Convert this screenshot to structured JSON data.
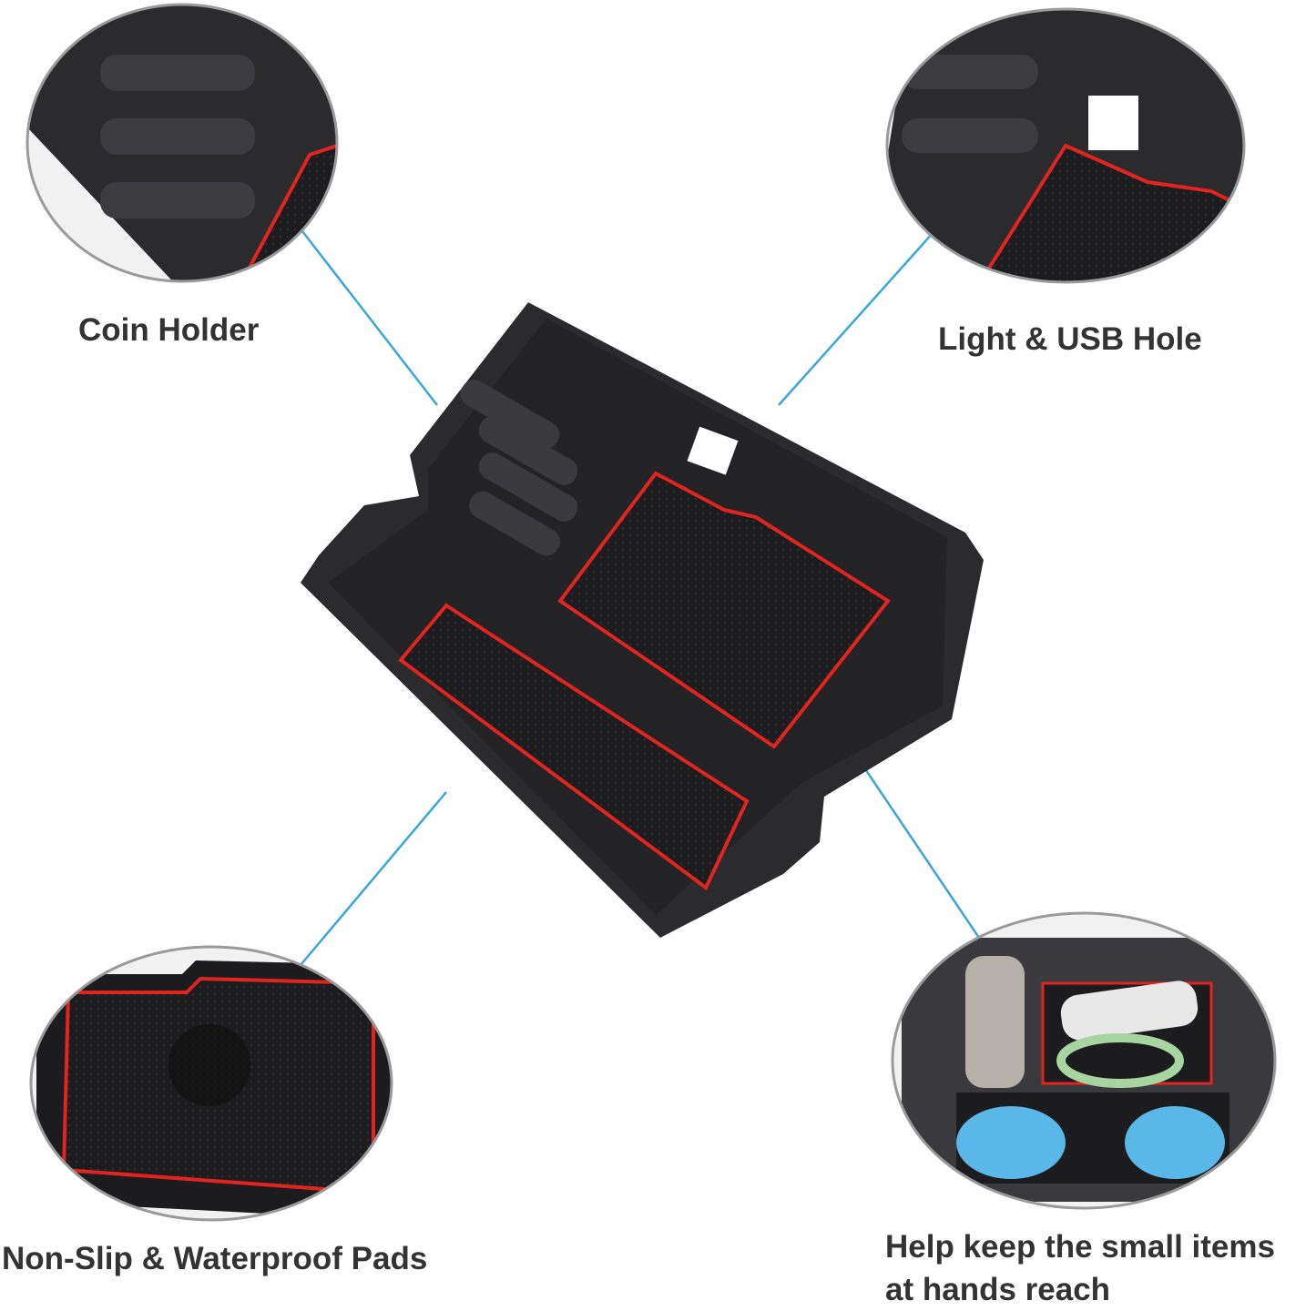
{
  "labels": {
    "coin_holder": "Coin Holder",
    "light_usb": "Light & USB Hole",
    "pads": "Non-Slip & Waterproof Pads",
    "small_items_line1": "Help keep the small items",
    "small_items_line2": "at hands reach"
  },
  "colors": {
    "tray": "#2b2b2e",
    "pad_outline": "#e0241f",
    "leader_line": "#3aa6d8",
    "circle_border": "#9a9a9a"
  }
}
